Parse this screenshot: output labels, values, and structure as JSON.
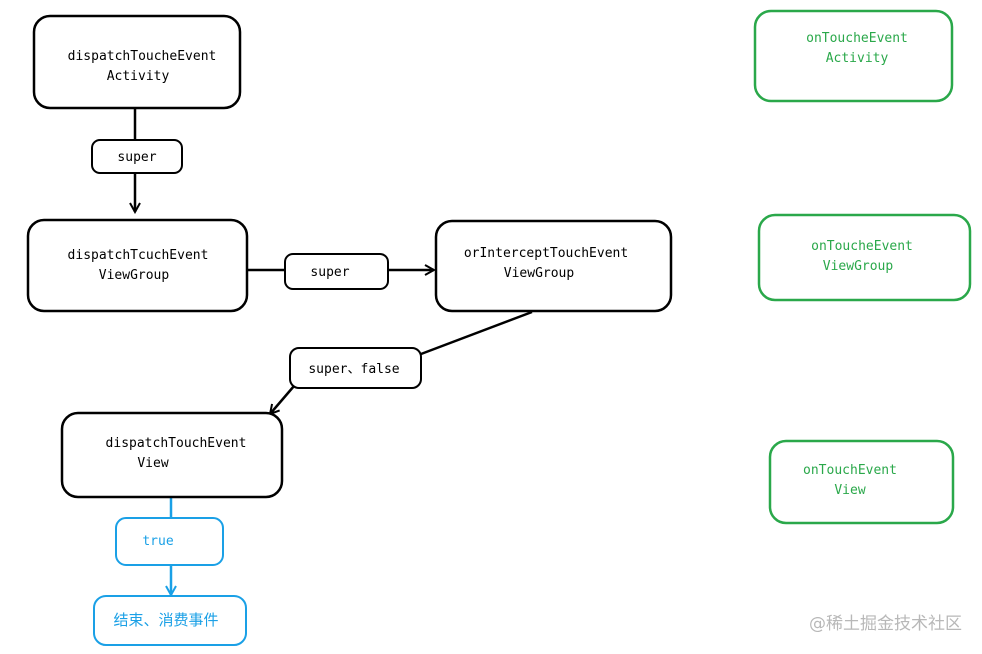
{
  "colors": {
    "black": "#000000",
    "green": "#2aa84a",
    "blue": "#1aa0e6",
    "watermark": "#b8b8b8"
  },
  "nodes": {
    "dispatch_activity": {
      "line1": "dispatchToucheEvent",
      "line2": "Activity"
    },
    "dispatch_viewgroup": {
      "line1": "dispatchTcuchEvent",
      "line2": "ViewGroup"
    },
    "intercept_viewgroup": {
      "line1": "orInterceptTouchEvent",
      "line2": "ViewGroup"
    },
    "dispatch_view": {
      "line1": "dispatchTouchEvent",
      "line2": "View"
    },
    "ontouch_activity": {
      "line1": "onToucheEvent",
      "line2": "Activity"
    },
    "ontouch_viewgroup": {
      "line1": "onToucheEvent",
      "line2": "ViewGroup"
    },
    "ontouch_view": {
      "line1": "onTouchEvent",
      "line2": "View"
    },
    "end_consume": {
      "line1": "结束、消费事件"
    }
  },
  "labels": {
    "super_1": "super",
    "super_2": "super",
    "super_false": "super、false",
    "true": "true"
  },
  "watermark": "@稀土掘金技术社区"
}
